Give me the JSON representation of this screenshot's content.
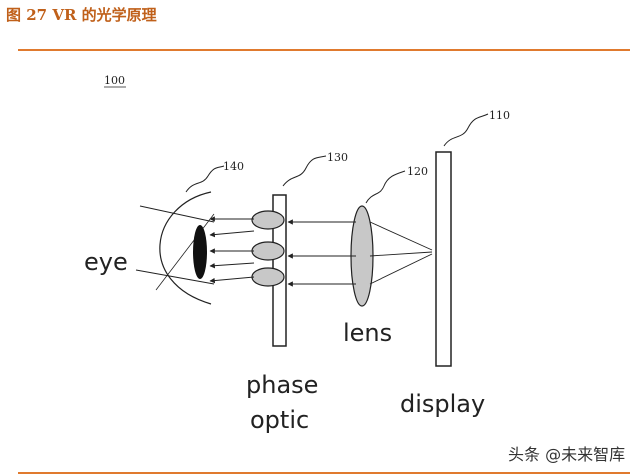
{
  "figure": {
    "title": "图 27 VR 的光学原理"
  },
  "diagram": {
    "ref_main": "100",
    "ref_display": "110",
    "ref_lens": "120",
    "ref_phase_optic": "130",
    "ref_eye": "140",
    "label_eye": "eye",
    "label_lens": "lens",
    "label_phase_line1": "phase",
    "label_phase_line2": "optic",
    "label_display": "display",
    "colors": {
      "title": "#c0601a",
      "rule": "#e07a2e",
      "element_fill": "#c8c8c8",
      "line": "#222222"
    }
  },
  "watermark": {
    "text": "头条 @未来智库"
  }
}
